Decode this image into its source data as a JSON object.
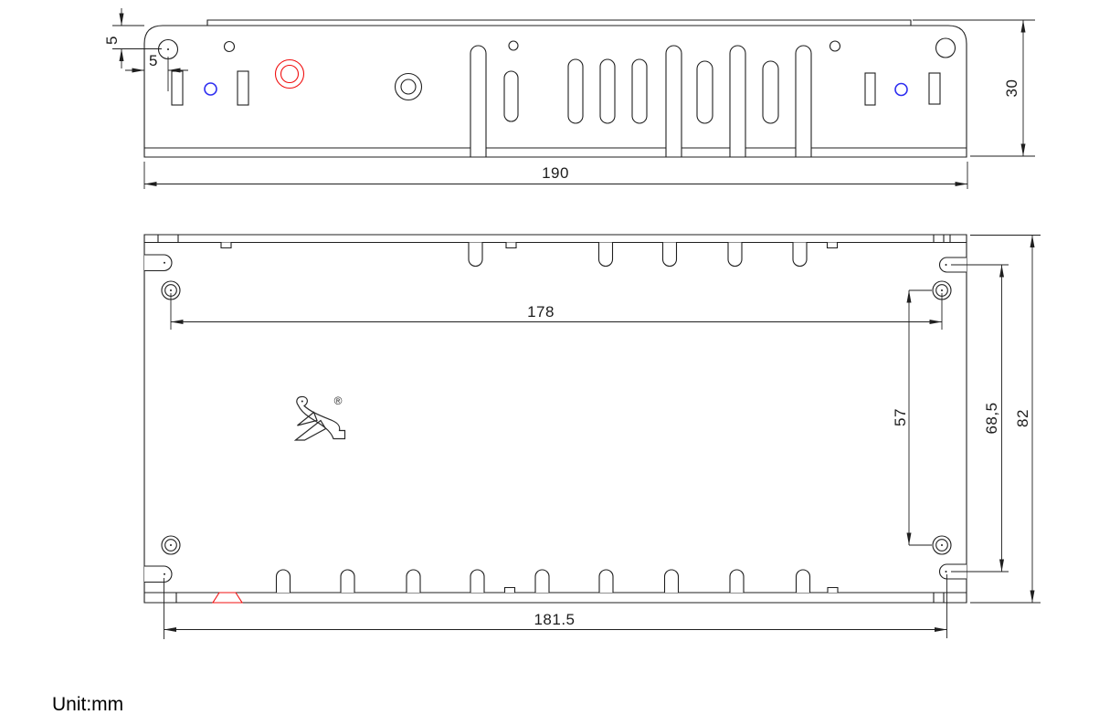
{
  "drawing": {
    "unit_label": "Unit:mm",
    "logo_trademark": "®",
    "dims": {
      "top_offset_y": "5",
      "top_offset_x": "5",
      "top_width": "190",
      "top_height": "30",
      "bottom_hole_span": "178",
      "bottom_hole_vspan": "57",
      "bottom_notch_vspan": "68,5",
      "bottom_height": "82",
      "bottom_notch_span": "181.5"
    },
    "colors": {
      "line": "#1f1f1f",
      "highlight_red": "#f01010",
      "highlight_blue": "#2d2df0"
    }
  }
}
